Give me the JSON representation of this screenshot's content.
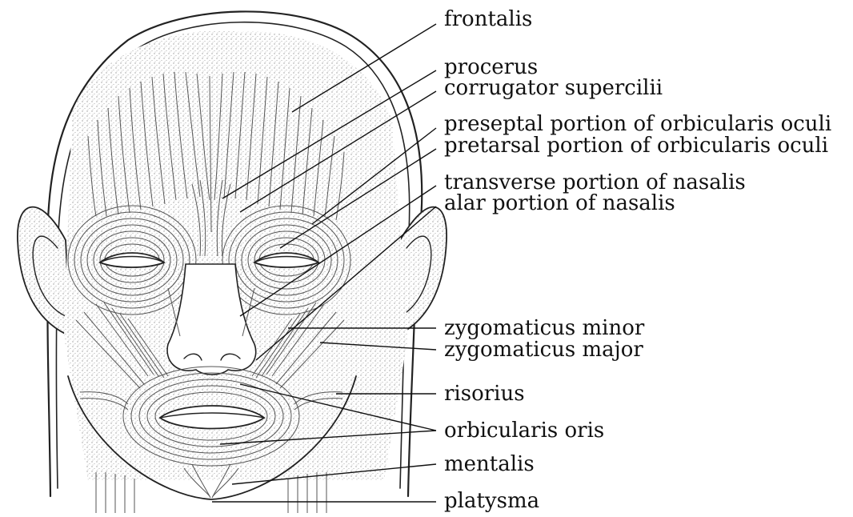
{
  "figure": {
    "labels": [
      {
        "id": "frontalis",
        "text": "frontalis"
      },
      {
        "id": "procerus",
        "text": "procerus"
      },
      {
        "id": "corrugator",
        "text": "corrugator supercilii"
      },
      {
        "id": "preseptal",
        "text": "preseptal portion of orbicularis oculi"
      },
      {
        "id": "pretarsal",
        "text": "pretarsal portion of orbicularis oculi"
      },
      {
        "id": "transverse-nasalis",
        "text": "transverse portion of nasalis"
      },
      {
        "id": "alar-nasalis",
        "text": "alar portion of nasalis"
      },
      {
        "id": "zygomaticus-minor",
        "text": "zygomaticus minor"
      },
      {
        "id": "zygomaticus-major",
        "text": "zygomaticus major"
      },
      {
        "id": "risorius",
        "text": "risorius"
      },
      {
        "id": "orbicularis-oris",
        "text": "orbicularis oris"
      },
      {
        "id": "mentalis",
        "text": "mentalis"
      },
      {
        "id": "platysma",
        "text": "platysma"
      }
    ]
  }
}
